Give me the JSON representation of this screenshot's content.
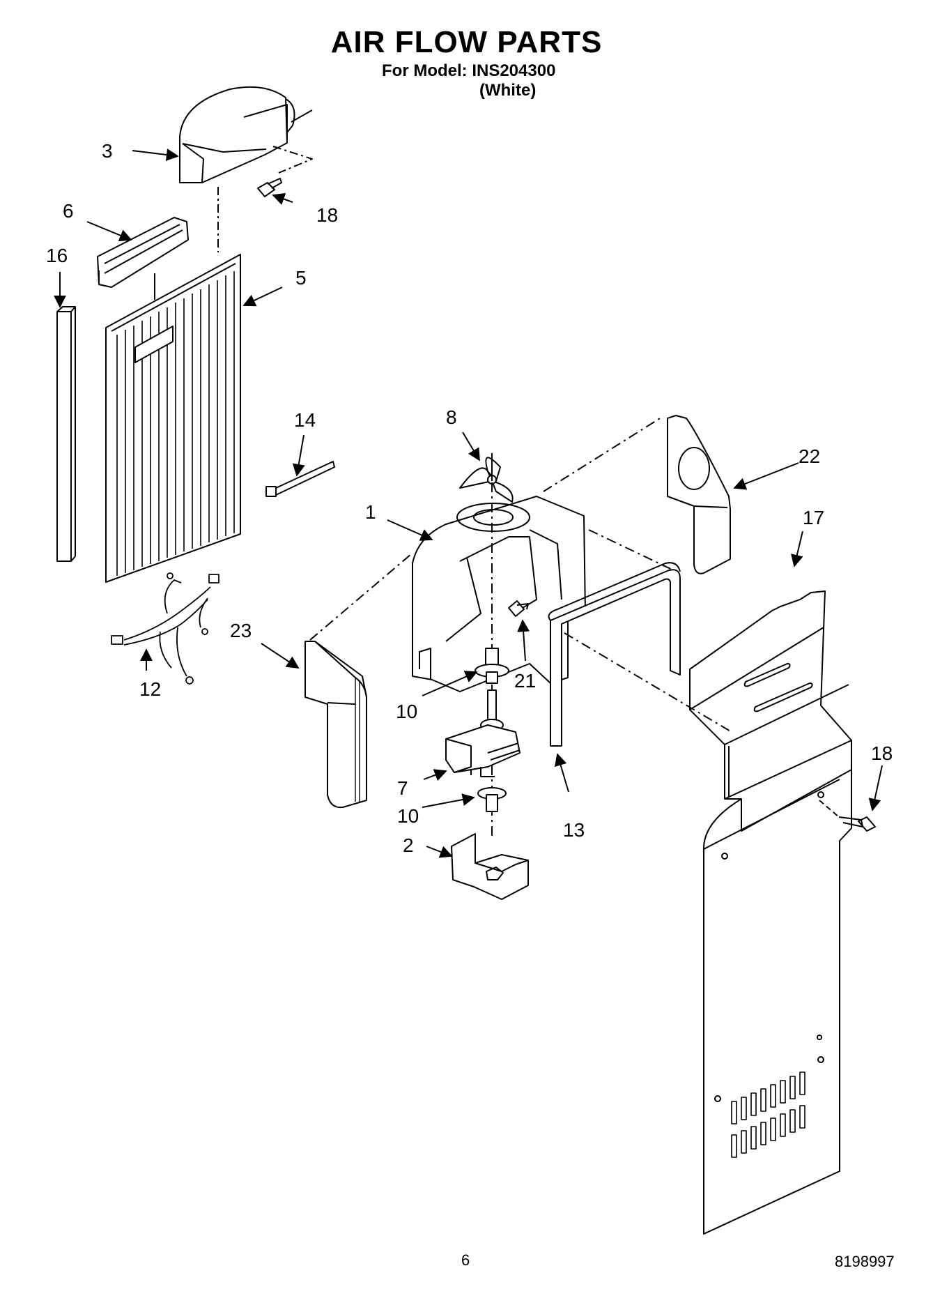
{
  "header": {
    "title": "AIR FLOW PARTS",
    "model": "For Model: INS204300",
    "variant": "(White)"
  },
  "footer": {
    "page_number": "6",
    "document_number": "8198997"
  },
  "callouts": {
    "c1": "1",
    "c2": "2",
    "c3": "3",
    "c5": "5",
    "c6": "6",
    "c7": "7",
    "c8": "8",
    "c10a": "10",
    "c10b": "10",
    "c12": "12",
    "c13": "13",
    "c14": "14",
    "c16": "16",
    "c17": "17",
    "c18a": "18",
    "c18b": "18",
    "c21": "21",
    "c22": "22",
    "c23": "23"
  }
}
